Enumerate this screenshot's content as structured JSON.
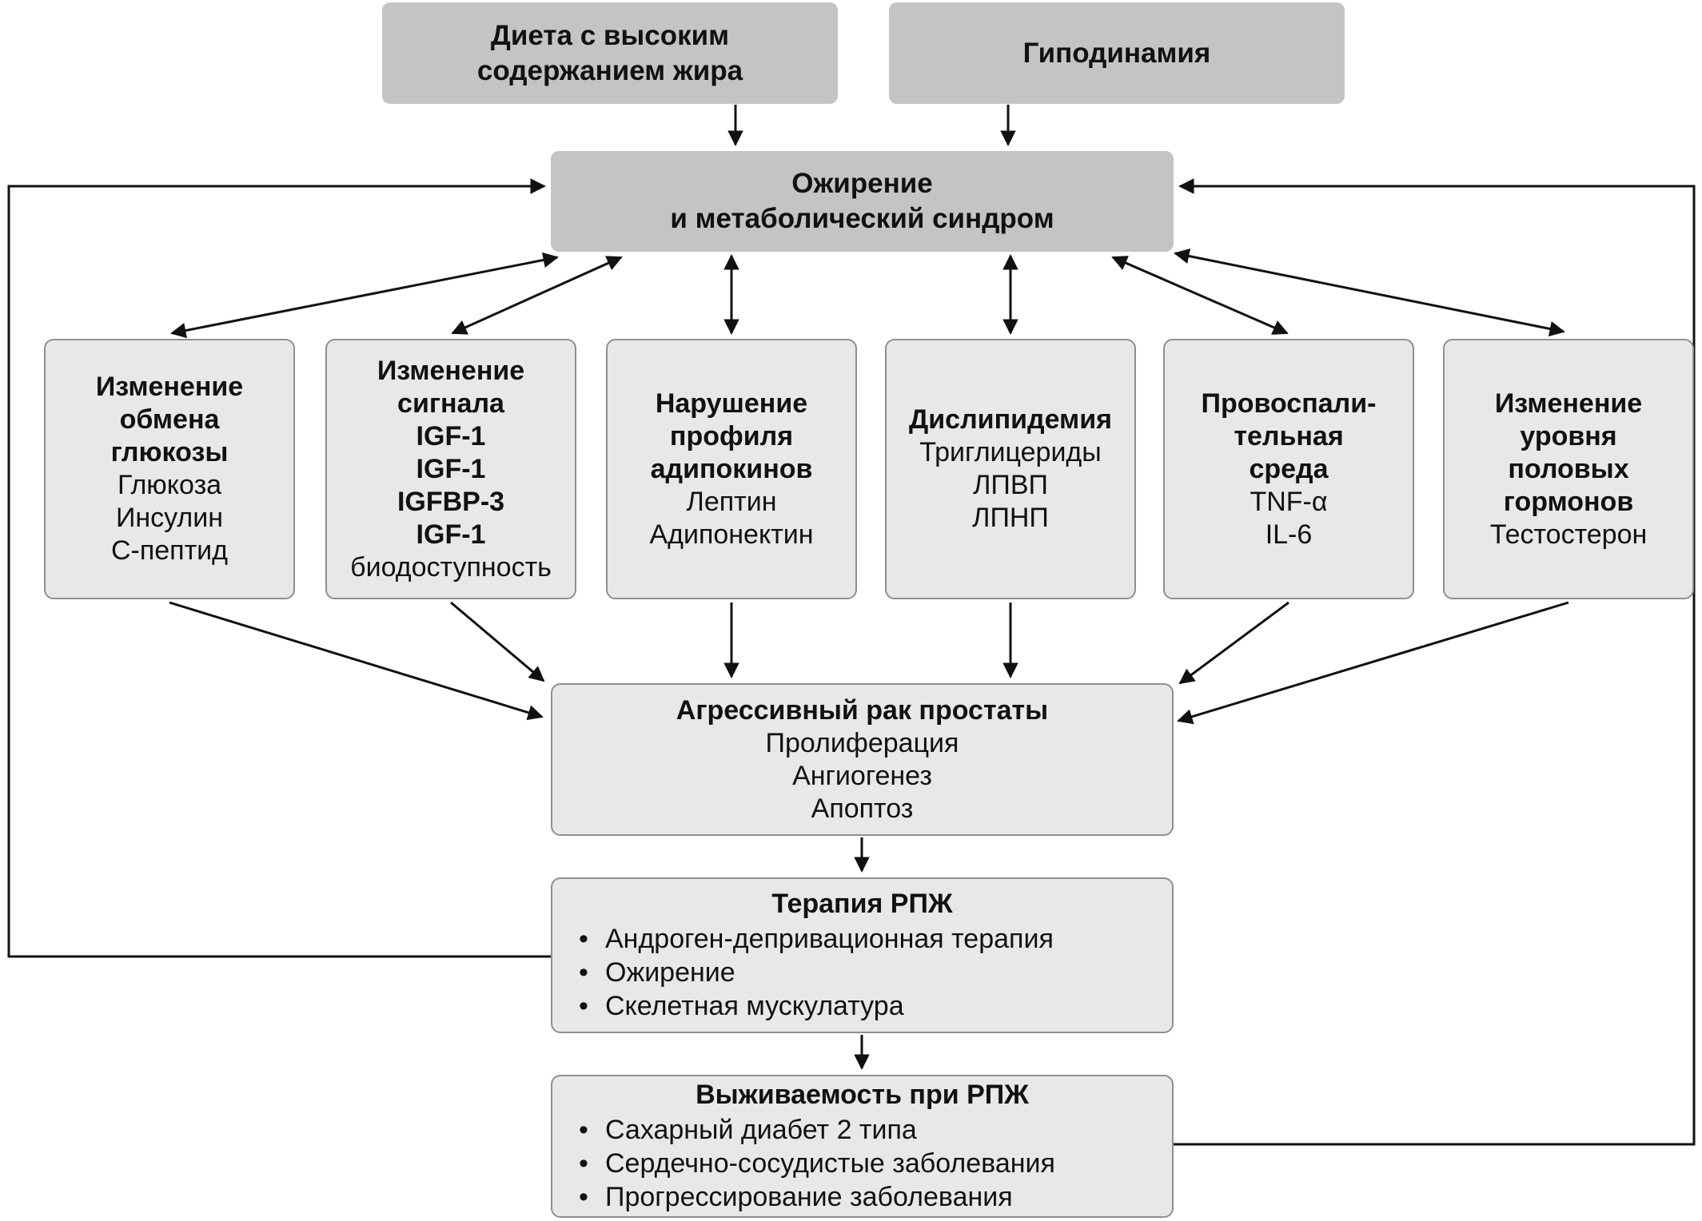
{
  "colors": {
    "dark_box_bg": "#c4c4c4",
    "light_box_bg": "#e8e8e8",
    "box_border": "#8f8f8f",
    "arrow": "#111111",
    "text": "#111111"
  },
  "glyphs": {
    "bullet": "•"
  },
  "top_boxes": [
    {
      "lines": [
        "Диета с высоким",
        "содержанием жира"
      ]
    },
    {
      "lines": [
        "Гиподинамия"
      ]
    }
  ],
  "central_box": {
    "lines": [
      "Ожирение",
      "и метаболический синдром"
    ]
  },
  "factor_boxes": [
    {
      "title_lines": [
        "Изменение",
        "обмена",
        "глюкозы"
      ],
      "item_lines": [
        "Глюкоза",
        "Инсулин",
        "С-пептид"
      ]
    },
    {
      "title_lines": [
        "Изменение",
        "сигнала",
        "IGF-1",
        "IGF-1",
        "IGFBP-3",
        "IGF-1"
      ],
      "item_lines": [
        "биодоступность"
      ]
    },
    {
      "title_lines": [
        "Нарушение",
        "профиля",
        "адипокинов"
      ],
      "item_lines": [
        "Лептин",
        "Адипонектин"
      ]
    },
    {
      "title_lines": [
        "Дислипидемия"
      ],
      "item_lines": [
        "Триглицериды",
        "ЛПВП",
        "ЛПНП"
      ]
    },
    {
      "title_lines": [
        "Провоспали-",
        "тельная",
        "среда"
      ],
      "item_lines": [
        "TNF-α",
        "IL-6"
      ]
    },
    {
      "title_lines": [
        "Изменение",
        "уровня",
        "половых",
        "гормонов"
      ],
      "item_lines": [
        "Тестостерон"
      ]
    }
  ],
  "cancer_box": {
    "title": "Агрессивный рак простаты",
    "item_lines": [
      "Пролиферация",
      "Ангиогенез",
      "Апоптоз"
    ]
  },
  "therapy_box": {
    "title": "Терапия РПЖ",
    "bullets": [
      "Андроген-депривационная терапия",
      "Ожирение",
      "Скелетная мускулатура"
    ]
  },
  "survival_box": {
    "title": "Выживаемость при РПЖ",
    "bullets": [
      "Сахарный диабет 2 типа",
      "Сердечно-сосудистые заболевания",
      "Прогрессирование заболевания"
    ]
  }
}
